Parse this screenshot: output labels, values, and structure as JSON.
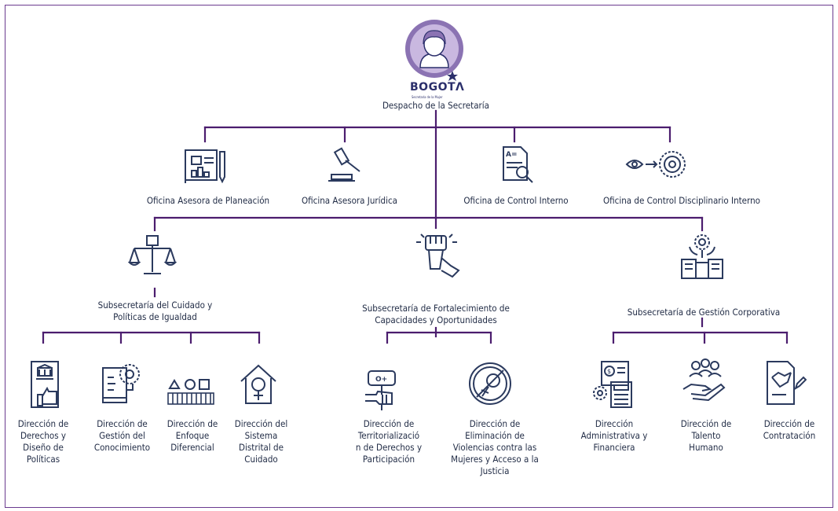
{
  "colors": {
    "line": "#4b1d6e",
    "icon": "#2b3a5e",
    "avatar": "#8b73b3"
  },
  "logo": {
    "text": "BOGOTΛ",
    "sub": "Secretaría de la Mujer"
  },
  "root": {
    "label": "Despacho de la Secretaría"
  },
  "offices": [
    {
      "label": "Oficina Asesora de Planeación",
      "icon": "blueprint-icon"
    },
    {
      "label": "Oficina Asesora Jurídica",
      "icon": "gavel-icon"
    },
    {
      "label": "Oficina de Control  Interno",
      "icon": "document-search-icon"
    },
    {
      "label": "Oficina de Control  Disciplinario Interno",
      "icon": "eye-gear-icon"
    }
  ],
  "subsecretarias": [
    {
      "label": "Subsecretaría del Cuidado y\nPolíticas de Igualdad",
      "icon": "scales-fist-icon"
    },
    {
      "label": "Subsecretaría de Fortalecimiento de\nCapacidades y Oportunidades",
      "icon": "raised-fist-icon"
    },
    {
      "label": "Subsecretaría de Gestión Corporativa",
      "icon": "corporate-buildings-icon"
    }
  ],
  "direcciones": [
    {
      "label": "Dirección de\nDerechos y\nDiseño de\nPolíticas",
      "icon": "document-thumb-icon"
    },
    {
      "label": "Dirección de\nGestión del\nConocimiento",
      "icon": "book-gear-icon"
    },
    {
      "label": "Dirección de\nEnfoque\nDiferencial",
      "icon": "shapes-crowd-icon"
    },
    {
      "label": "Dirección del\nSistema\nDistrital de\nCuidado",
      "icon": "house-female-icon"
    },
    {
      "label": "Dirección de\nTerritorializació\nn de Derechos y\nParticipación",
      "icon": "hand-sign-icon"
    },
    {
      "label": "Dirección de\nEliminación de\nViolencias contra las\nMujeres y Acceso a la\nJusticia",
      "icon": "no-violence-icon"
    },
    {
      "label": "Dirección\nAdministrativa y\nFinanciera",
      "icon": "finance-calculator-icon"
    },
    {
      "label": "Dirección de\nTalento\nHumano",
      "icon": "people-hand-icon"
    },
    {
      "label": "Dirección de\nContratación",
      "icon": "contract-handshake-icon"
    }
  ]
}
